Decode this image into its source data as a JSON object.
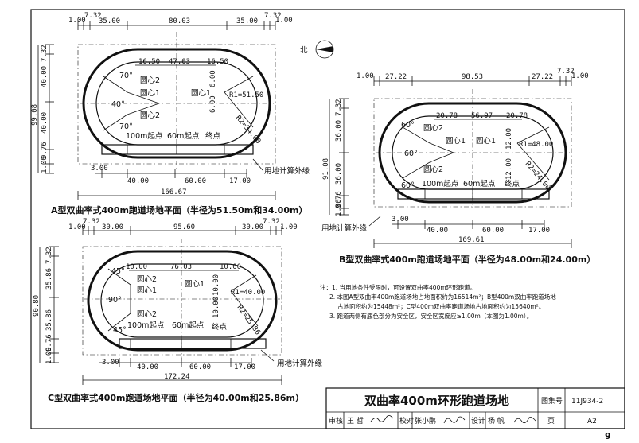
{
  "drawings": {
    "A": {
      "top_dims": [
        "1.00",
        "7.32",
        "35.00",
        "80.03",
        "35.00",
        "7.32",
        "1.00"
      ],
      "left_dims": [
        "7.32",
        "40.00",
        "40.00",
        "9.76",
        "1.00"
      ],
      "total_h": "99.08",
      "inner_dims": [
        "16.50",
        "47.03",
        "16.50"
      ],
      "labels": {
        "c1a": "圆心1",
        "c2a": "圆心2",
        "c1b": "圆心1",
        "c2b": "圆心2",
        "r1": "R1=51.50",
        "r2": "R2=34.00",
        "h": "6.00",
        "h2": "6.00",
        "ang1": "70°",
        "ang2": "40°",
        "ang3": "70°",
        "start100": "100m起点",
        "start60": "60m起点",
        "finish": "终点"
      },
      "bottom_dims": [
        "3.00",
        "40.00",
        "60.00",
        "17.00"
      ],
      "total_w": "166.67",
      "boundary": "用地计算外缘",
      "caption": "A型双曲率式400m跑道场地平面（半径为51.50m和34.00m）"
    },
    "B": {
      "top_dims": [
        "1.00",
        "27.22",
        "98.53",
        "27.22",
        "7.32",
        "1.00"
      ],
      "left_dims": [
        "7.32",
        "36.00",
        "36.00",
        "9.76",
        "1.00"
      ],
      "total_h": "91.08",
      "inner_dims": [
        "20.78",
        "56.97",
        "20.78"
      ],
      "labels": {
        "c1a": "圆心1",
        "c2a": "圆心2",
        "c1b": "圆心1",
        "c2b": "圆心2",
        "r1": "R1=48.00",
        "r2": "R2=24.00",
        "h": "12.00",
        "h2": "12.00",
        "ang1": "60°",
        "ang2": "60°",
        "ang3": "60°",
        "start100": "100m起点",
        "start60": "60m起点",
        "finish": "终点"
      },
      "bottom_dims": [
        "3.00",
        "40.00",
        "60.00",
        "17.00"
      ],
      "total_w": "169.61",
      "boundary": "用地计算外缘",
      "caption": "B型双曲率式400m跑道场地平面（半径为48.00m和24.00m）"
    },
    "C": {
      "top_dims": [
        "1.00",
        "7.32",
        "30.00",
        "95.60",
        "30.00",
        "7.32",
        "1.00"
      ],
      "left_dims": [
        "7.32",
        "35.86",
        "35.86",
        "9.76",
        "1.00"
      ],
      "total_h": "90.80",
      "inner_dims": [
        "10.00",
        "76.03",
        "10.00"
      ],
      "labels": {
        "c1a": "圆心1",
        "c2a": "圆心2",
        "c1b": "圆心1",
        "c2b": "圆心2",
        "r1": "R1=40.00",
        "r2": "R2=25.86",
        "h": "10.00",
        "h2": "10.00",
        "ang1": "45°",
        "ang2": "90°",
        "ang3": "45°",
        "start100": "100m起点",
        "start60": "60m起点",
        "finish": "终点"
      },
      "bottom_dims": [
        "3.00",
        "40.00",
        "60.00",
        "17.00"
      ],
      "total_w": "172.24",
      "boundary": "用地计算外缘",
      "caption": "C型双曲率式400m跑道场地平面（半径为40.00m和25.86m）"
    }
  },
  "north": "北",
  "notes": [
    "注：1. 当用地条件受限时，可设置双曲率400m环形跑道。",
    "2. 本图A型双曲率400m跑道场地占地面积约为16514m²；B型400m双曲率跑道场地",
    "占地面积约为15448m²；C型400m双曲率跑道场地占地面积约为15640m²。",
    "3. 跑道两侧有底色部分为安全区，安全区宽度应≥1.00m（本图为1.00m）。"
  ],
  "title_block": {
    "title": "双曲率400m环形跑道场地",
    "atlas_label": "图集号",
    "atlas_no": "11J934-2",
    "review_label": "审核",
    "reviewer": "王 哲",
    "check_label": "校对",
    "checker": "张小鹏",
    "design_label": "设计",
    "designer": "杨 帆",
    "page_label": "页",
    "page_no": "A2"
  },
  "page_number": "9"
}
